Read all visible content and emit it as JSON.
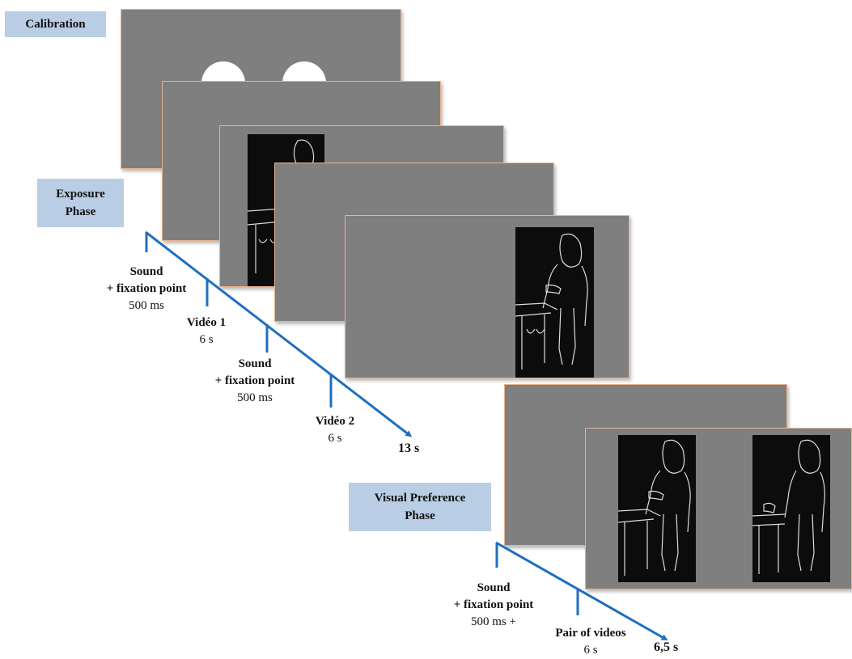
{
  "phases": {
    "calibration": "Calibration",
    "exposure": "Exposure Phase",
    "preference": "Visual Preference Phase"
  },
  "exposure_timeline": {
    "event1": {
      "title": "Sound",
      "subtitle": "+ fixation point",
      "duration": "500 ms"
    },
    "event2": {
      "title": "Vidéo 1",
      "duration": "6 s"
    },
    "event3": {
      "title": "Sound",
      "subtitle": "+ fixation point",
      "duration": "500 ms"
    },
    "event4": {
      "title": "Vidéo 2",
      "duration": "6 s"
    },
    "total": "13 s"
  },
  "preference_timeline": {
    "event1": {
      "title": "Sound",
      "subtitle": "+ fixation point",
      "duration": "500 ms +"
    },
    "event2": {
      "title": "Pair of videos",
      "duration": "6 s"
    },
    "total": "6,5 s"
  },
  "colors": {
    "timeline": "#1f6fbf",
    "phase_label_bg": "#b9cde5",
    "screen_bg": "#7f7f7f",
    "screen_border": "#e9b48f"
  }
}
